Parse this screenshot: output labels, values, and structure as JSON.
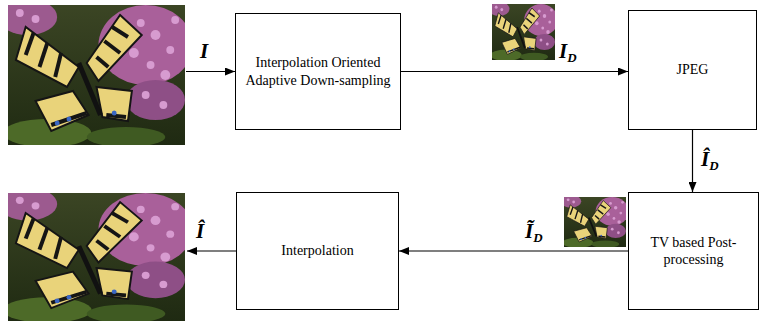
{
  "diagram": {
    "nodes": [
      {
        "text": [
          "Interpolation Oriented Adaptive Down-sampling"
        ]
      },
      {
        "text": [
          "JPEG"
        ]
      },
      {
        "text": [
          "TV based Post-processing"
        ]
      },
      {
        "text": [
          "Interpolation"
        ]
      }
    ],
    "edges": [
      {
        "from": 0,
        "to": 1,
        "arrow": "to",
        "label": "ID"
      },
      {
        "from": 1,
        "to": 2,
        "arrow": "to",
        "label": "ÎD"
      },
      {
        "from": 2,
        "to": 3,
        "arrow": "to",
        "label": "ĨD"
      }
    ],
    "labels": [
      "I",
      "Î"
    ]
  }
}
